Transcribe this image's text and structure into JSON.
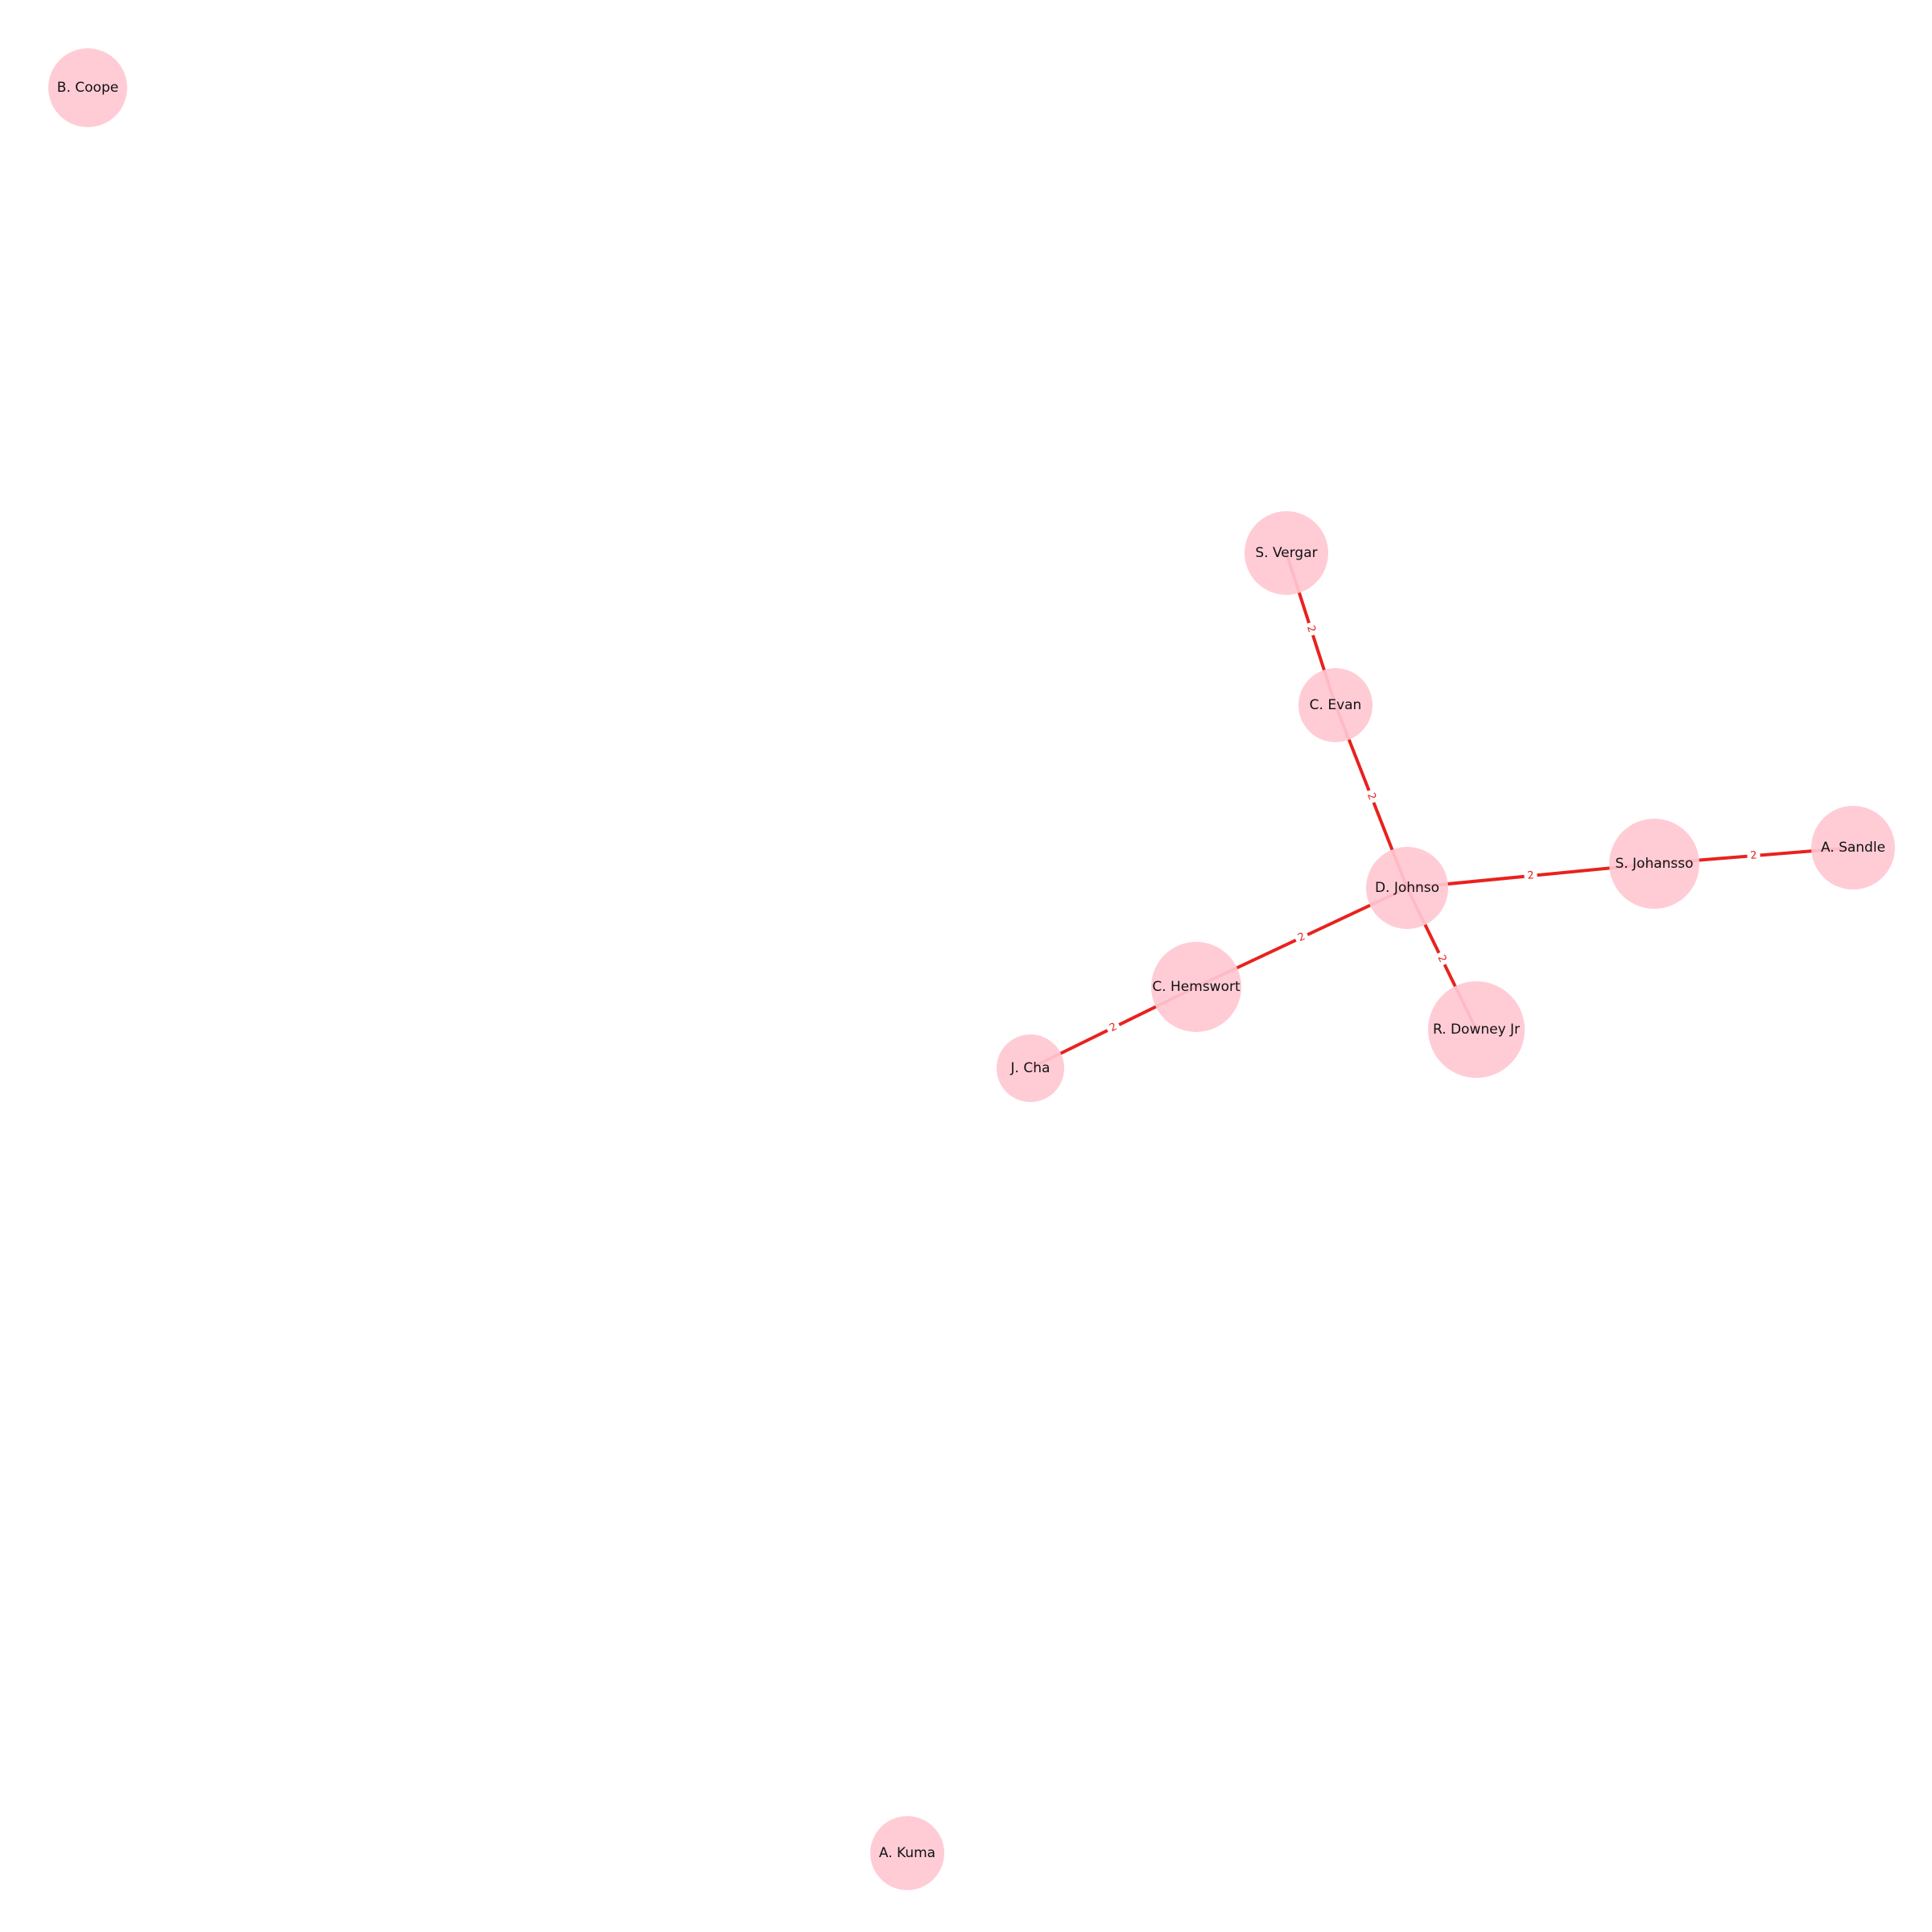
{
  "colors": {
    "node_fill": "#ffc8d3",
    "edge_color": "#e8221e",
    "edge_label_color": "#e8221e",
    "node_label_color": "#111111",
    "background": "#ffffff"
  },
  "graph": {
    "nodes": [
      {
        "id": "b_coope",
        "label": "B. Coope"
      },
      {
        "id": "s_vergar",
        "label": "S. Vergar"
      },
      {
        "id": "c_evan",
        "label": "C. Evan"
      },
      {
        "id": "d_johnso",
        "label": "D. Johnso"
      },
      {
        "id": "s_johansso",
        "label": "S. Johansso"
      },
      {
        "id": "a_sandle",
        "label": "A. Sandle"
      },
      {
        "id": "c_hemswort",
        "label": "C. Hemswort"
      },
      {
        "id": "r_downey_jr",
        "label": "R. Downey Jr"
      },
      {
        "id": "j_cha",
        "label": "J. Cha"
      },
      {
        "id": "a_kuma",
        "label": "A. Kuma"
      }
    ],
    "edges": [
      {
        "source": "s_vergar",
        "target": "c_evan",
        "label": "2"
      },
      {
        "source": "c_evan",
        "target": "d_johnso",
        "label": "2"
      },
      {
        "source": "d_johnso",
        "target": "s_johansso",
        "label": "2"
      },
      {
        "source": "s_johansso",
        "target": "a_sandle",
        "label": "2"
      },
      {
        "source": "d_johnso",
        "target": "c_hemswort",
        "label": "2"
      },
      {
        "source": "d_johnso",
        "target": "r_downey_jr",
        "label": "2"
      },
      {
        "source": "c_hemswort",
        "target": "j_cha",
        "label": "2"
      }
    ]
  }
}
